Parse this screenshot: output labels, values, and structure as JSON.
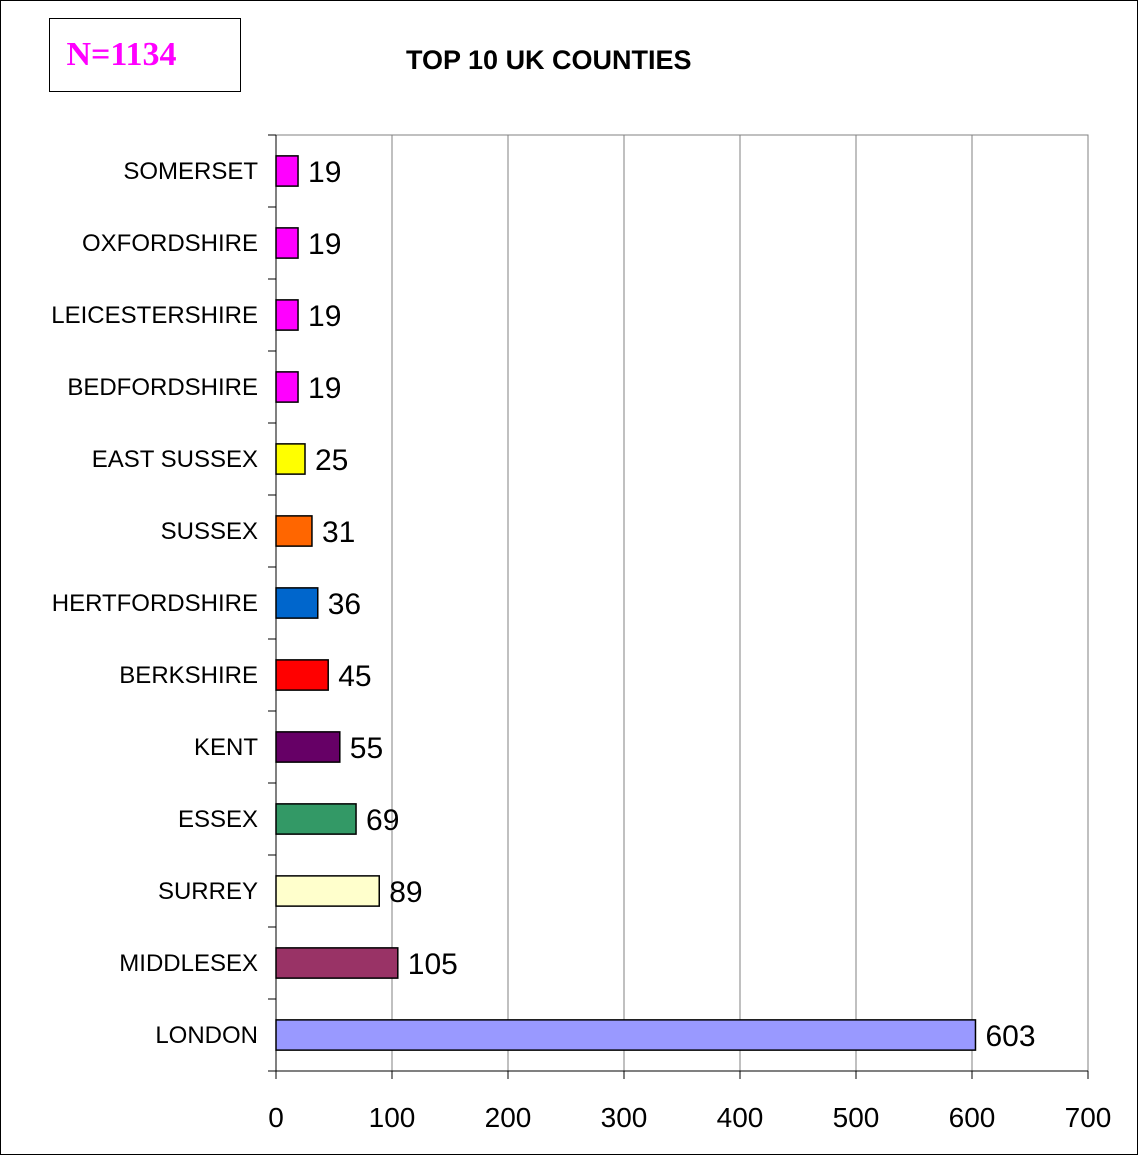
{
  "header": {
    "n_label": "N=1134",
    "title": "TOP 10 UK COUNTIES"
  },
  "chart_data": {
    "type": "bar",
    "orientation": "horizontal",
    "title": "TOP 10 UK COUNTIES",
    "xlabel": "",
    "ylabel": "",
    "xlim": [
      0,
      700
    ],
    "x_ticks": [
      0,
      100,
      200,
      300,
      400,
      500,
      600,
      700
    ],
    "grid": "vertical",
    "categories": [
      "LONDON",
      "MIDDLESEX",
      "SURREY",
      "ESSEX",
      "KENT",
      "BERKSHIRE",
      "HERTFORDSHIRE",
      "SUSSEX",
      "EAST SUSSEX",
      "BEDFORDSHIRE",
      "LEICESTERSHIRE",
      "OXFORDSHIRE",
      "SOMERSET"
    ],
    "values": [
      603,
      105,
      89,
      69,
      55,
      45,
      36,
      31,
      25,
      19,
      19,
      19,
      19
    ],
    "colors": [
      "#9999ff",
      "#993366",
      "#ffffcc",
      "#339966",
      "#660066",
      "#ff0000",
      "#0066cc",
      "#ff6600",
      "#ffff00",
      "#ff00ff",
      "#ff00ff",
      "#ff00ff",
      "#ff00ff"
    ]
  }
}
